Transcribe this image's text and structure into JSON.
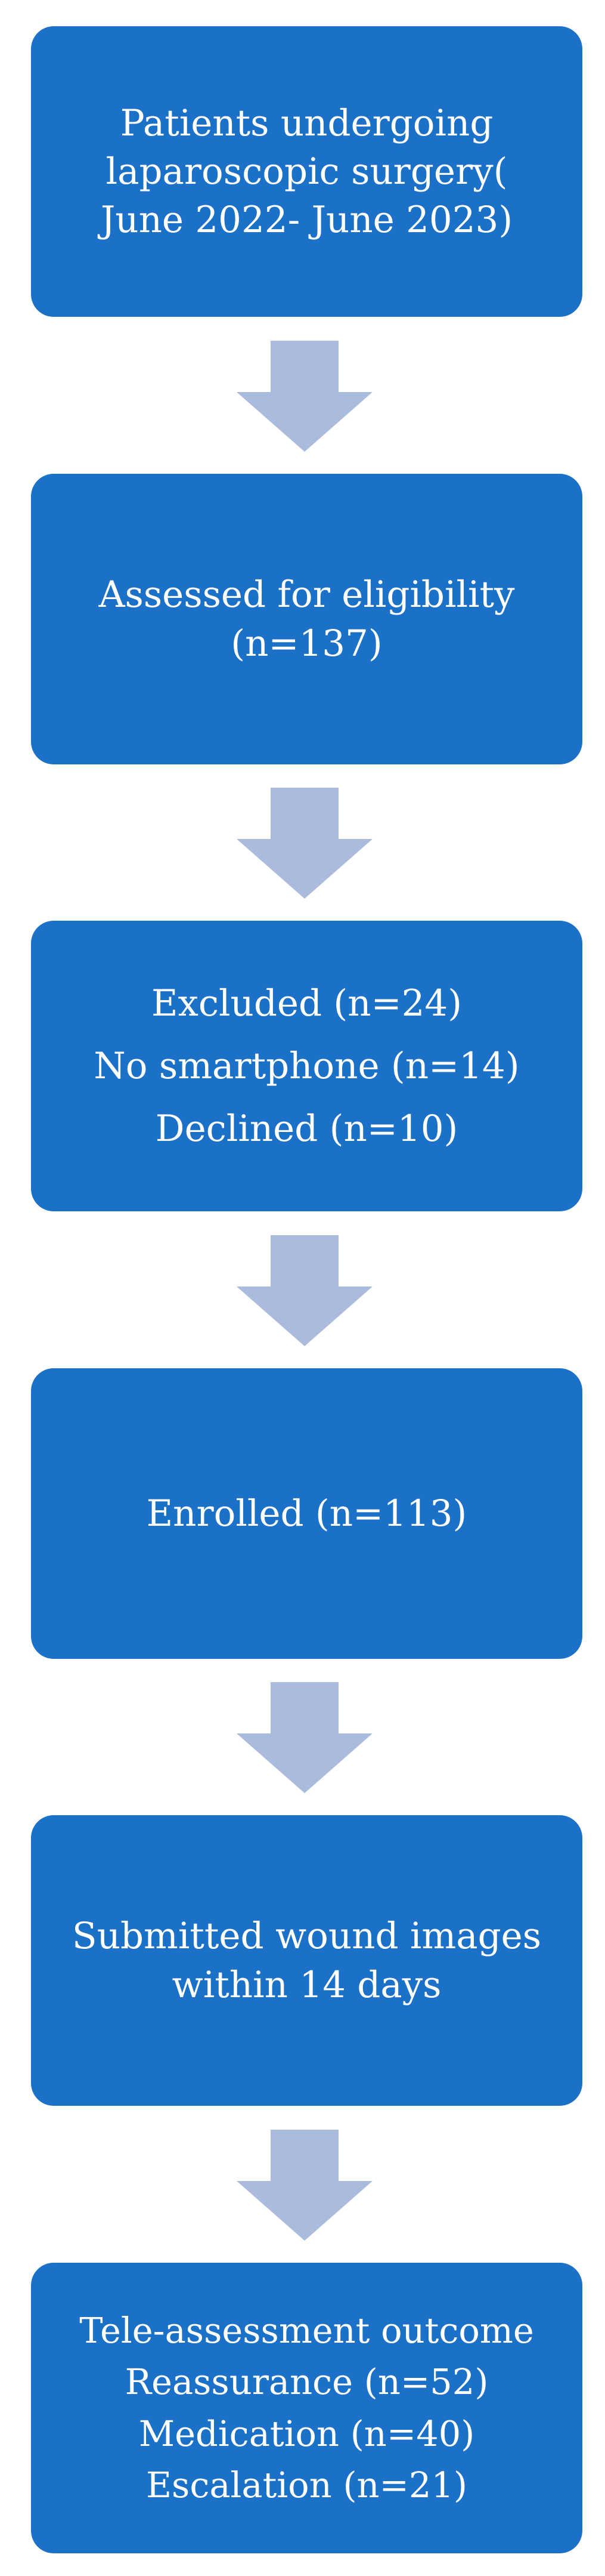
{
  "colors": {
    "box_fill": "#1b71c8",
    "box_text": "#ffffff",
    "arrow_fill": "#aabbdd"
  },
  "flowchart": {
    "steps": [
      {
        "lines": [
          "Patients undergoing",
          "laparoscopic surgery(",
          "June 2022- June 2023)"
        ]
      },
      {
        "lines": [
          "Assessed for eligibility",
          "(n=137)"
        ]
      },
      {
        "lines": [
          "Excluded (n=24)",
          "No smartphone (n=14)",
          "Declined (n=10)"
        ]
      },
      {
        "lines": [
          "Enrolled (n=113)"
        ]
      },
      {
        "lines": [
          "Submitted wound images",
          "within 14 days"
        ]
      },
      {
        "lines": [
          "Tele-assessment outcome",
          "Reassurance (n=52)",
          "Medication (n=40)",
          "Escalation (n=21)"
        ]
      }
    ],
    "connector_icon": "down-arrow-icon"
  }
}
